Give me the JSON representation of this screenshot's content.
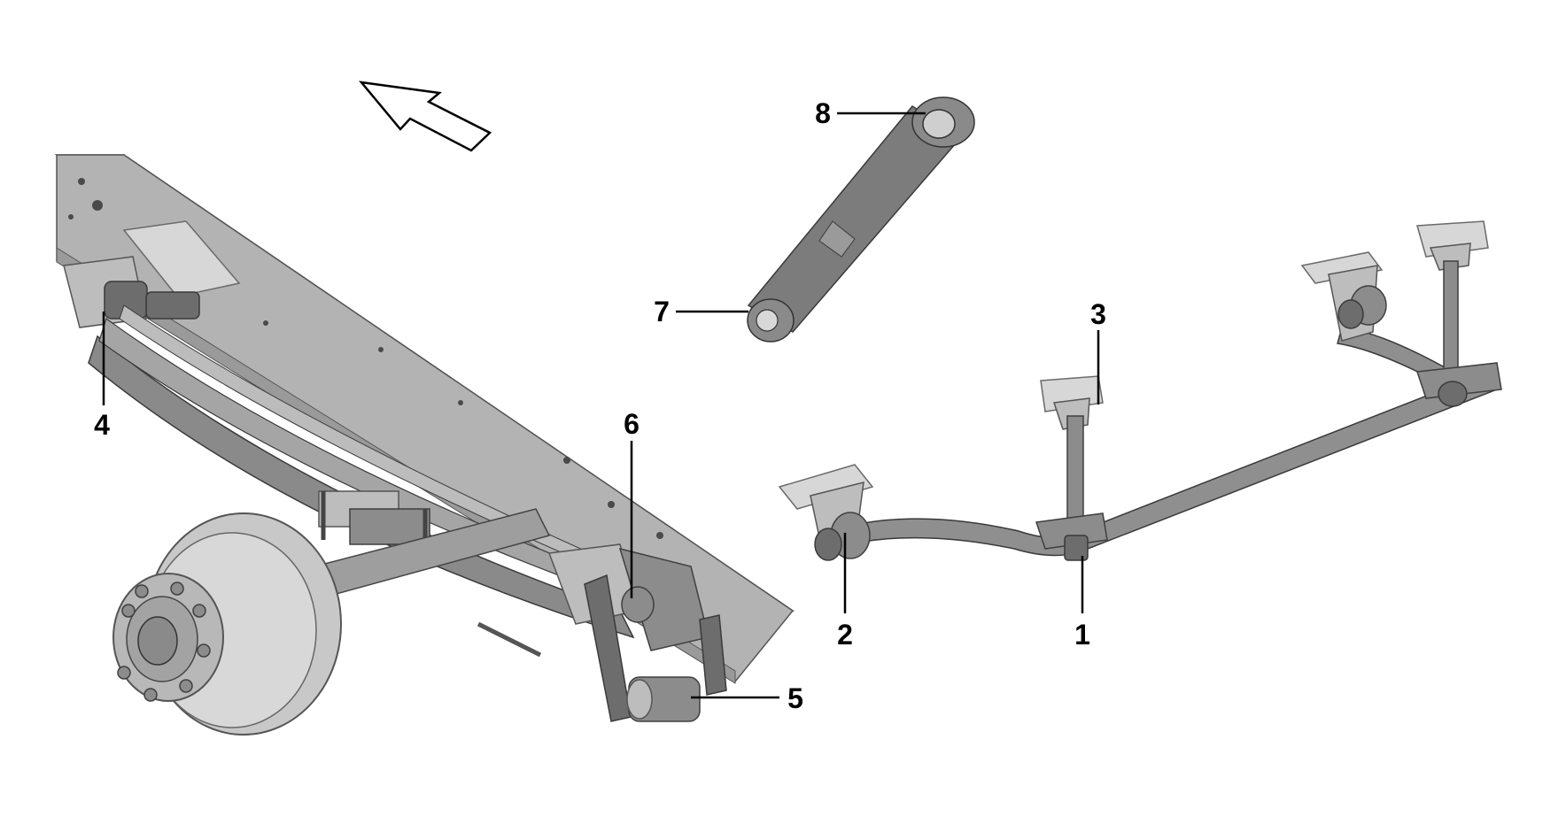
{
  "figure": {
    "direction_arrow": "direction-arrow-icon",
    "callouts": [
      {
        "id": "c1",
        "label": "1"
      },
      {
        "id": "c2",
        "label": "2"
      },
      {
        "id": "c3",
        "label": "3"
      },
      {
        "id": "c4",
        "label": "4"
      },
      {
        "id": "c5",
        "label": "5"
      },
      {
        "id": "c6",
        "label": "6"
      },
      {
        "id": "c7",
        "label": "7"
      },
      {
        "id": "c8",
        "label": "8"
      }
    ],
    "colors": {
      "background": "#ffffff",
      "part_gray": "#8c8c8c",
      "outline": "#3a3a3a",
      "label": "#000000"
    }
  }
}
